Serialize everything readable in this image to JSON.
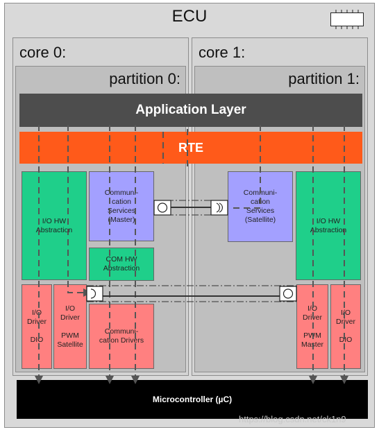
{
  "ecu": {
    "title": "ECU"
  },
  "cores": [
    {
      "title": "core 0:",
      "partition_title": "partition 0:"
    },
    {
      "title": "core 1:",
      "partition_title": "partition 1:"
    }
  ],
  "layers": {
    "application": "Application Layer",
    "rte": "RTE"
  },
  "blocks": {
    "io_hw_abstraction_left": "I/O HW\nAbstraction",
    "comm_services_master": "Communi-\ncation\nServices\n(Master)",
    "com_hw_abstraction": "COM HW\nAbstraction",
    "io_driver_dio_left": "I/O\nDriver\n\nDIO",
    "io_driver_pwm_satellite": "I/O\nDriver\n\nPWM\nSatellite",
    "comm_drivers": "Communi-\ncation Drivers",
    "comm_services_satellite": "Communi-\ncation\nServices\n(Satellite)",
    "io_hw_abstraction_right": "I/O HW\nAbstraction",
    "io_driver_pwm_master": "I/O\nDriver\n\nPWM\nMaster",
    "io_driver_dio_right": "I/O\nDriver\n\nDIO"
  },
  "microcontroller": "Microcontroller (µC)",
  "watermark": "https://blog.csdn.net/ck1n9",
  "colors": {
    "application_layer": "#4d4d4d",
    "rte": "#ff5a1a",
    "hw_abstraction": "#1fcf8a",
    "services": "#a3a0ff",
    "drivers": "#ff8080",
    "microcontroller": "#000000"
  },
  "icons": {
    "ecu": "chip-icon",
    "port": "port-icon"
  }
}
